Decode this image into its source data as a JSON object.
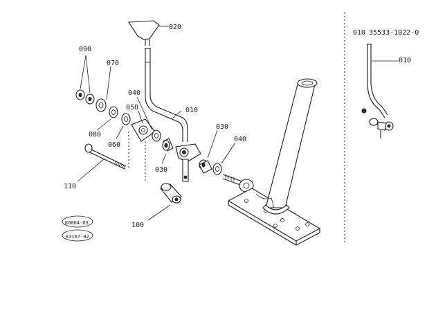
{
  "callouts": {
    "p020": "020",
    "p090": "090",
    "p070": "070",
    "p040a": "040",
    "p050": "050",
    "p010": "010",
    "p080": "080",
    "p060": "060",
    "p030a": "030",
    "p030b": "030",
    "p040b": "040",
    "p110": "110",
    "p100": "100"
  },
  "refs": {
    "r1": "K6004-03",
    "r2": "K3167-02"
  },
  "inset": {
    "ref_no": "010",
    "part_number": "35533-1022-0",
    "callout": "010"
  }
}
